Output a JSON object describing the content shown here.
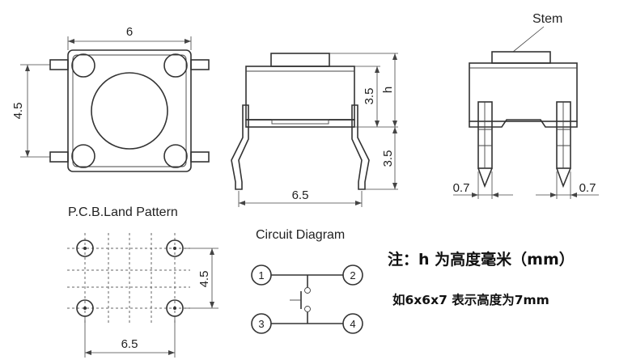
{
  "top_view": {
    "dim_width": "6",
    "dim_height": "4.5"
  },
  "side_view": {
    "dim_body": "3.5",
    "dim_h": "h",
    "dim_leg": "3.5",
    "dim_span": "6.5"
  },
  "end_view": {
    "stem_label": "Stem",
    "dim_left": "0.7",
    "dim_right": "0.7"
  },
  "pcb": {
    "title": "P.C.B.Land Pattern",
    "dim_vertical": "4.5",
    "dim_horizontal": "6.5"
  },
  "circuit": {
    "title": "Circuit Diagram",
    "pins": [
      "1",
      "2",
      "3",
      "4"
    ]
  },
  "note": {
    "line1": "注：h 为高度毫米（mm）",
    "line2": "如6x6x7 表示高度为7mm"
  }
}
